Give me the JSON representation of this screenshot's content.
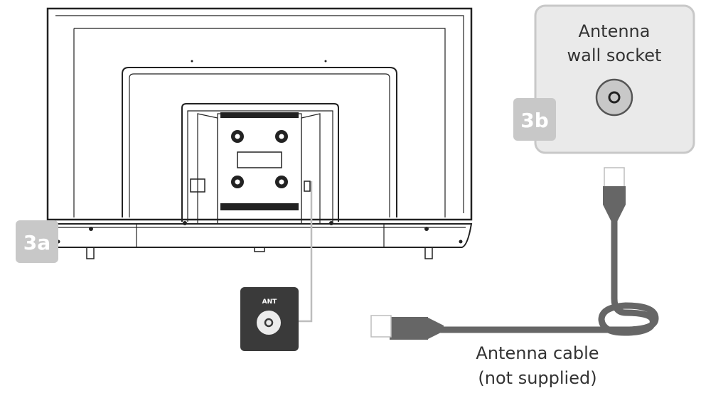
{
  "badges": {
    "step_a": "3a",
    "step_b": "3b"
  },
  "port": {
    "label": "ANT"
  },
  "wall_socket": {
    "line1": "Antenna",
    "line2": "wall socket"
  },
  "cable": {
    "line1": "Antenna cable",
    "line2": "(not supplied)"
  },
  "colors": {
    "outline": "#222222",
    "badge": "#c8c8c8",
    "socket_panel": "#eaeaea",
    "socket_border": "#c8c8c8",
    "cable": "#666666",
    "port_box": "#3a3a3a",
    "leader_line": "#bdbdbd"
  },
  "icons": [
    "antenna-port-icon",
    "coax-socket-icon",
    "coax-plug-icon"
  ]
}
